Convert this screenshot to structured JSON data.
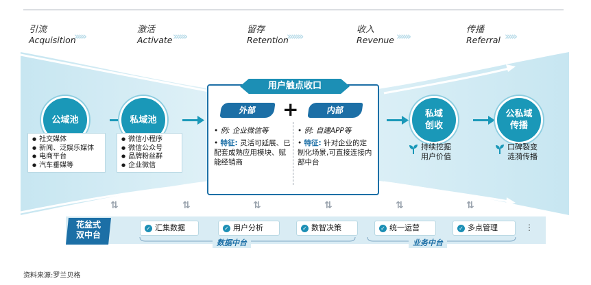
{
  "stages": [
    {
      "cn": "引流",
      "en": "Acquisition"
    },
    {
      "cn": "激活",
      "en": "Activate"
    },
    {
      "cn": "留存",
      "en": "Retention"
    },
    {
      "cn": "收入",
      "en": "Revenue"
    },
    {
      "cn": "传播",
      "en": "Referral"
    }
  ],
  "left": {
    "public_pool": "公域池",
    "private_pool": "私域池",
    "public_items": [
      "社交媒体",
      "新闻、泛娱乐媒体",
      "电商平台",
      "汽车垂媒等"
    ],
    "private_items": [
      "微信小程序",
      "微信公众号",
      "品牌粉丝群",
      "企业微信"
    ]
  },
  "center": {
    "title": "用户触点收口",
    "external": "外部",
    "internal": "内部",
    "plus": "+",
    "ext_example_label": "例:",
    "ext_example": "企业微信等",
    "ext_feature_label": "特征:",
    "ext_feature": "灵活可延展、已配套成熟应用模块、赋能经销商",
    "int_example_label": "例:",
    "int_example": "自建APP等",
    "int_feature_label": "特征:",
    "int_feature": "针对企业的定制化场景,可直接连接内部中台"
  },
  "right": {
    "c1_line1": "私域",
    "c1_line2": "创收",
    "c2_line1": "公私域",
    "c2_line2": "传播",
    "t1_line1": "持续挖掘",
    "t1_line2": "用户价值",
    "t2_line1": "口碑裂变",
    "t2_line2": "涟漪传播"
  },
  "platform": {
    "label_line1": "花盆式",
    "label_line2": "双中台",
    "items": [
      "汇集数据",
      "用户分析",
      "数智决策",
      "统一运营",
      "多点管理"
    ],
    "data_center": "数据中台",
    "business_center": "业务中台",
    "more": "⋮"
  },
  "source": "资料来源:罗兰贝格",
  "colors": {
    "primary": "#1c6fa6",
    "accent": "#1a98b8",
    "band": "#d2ebf3"
  }
}
